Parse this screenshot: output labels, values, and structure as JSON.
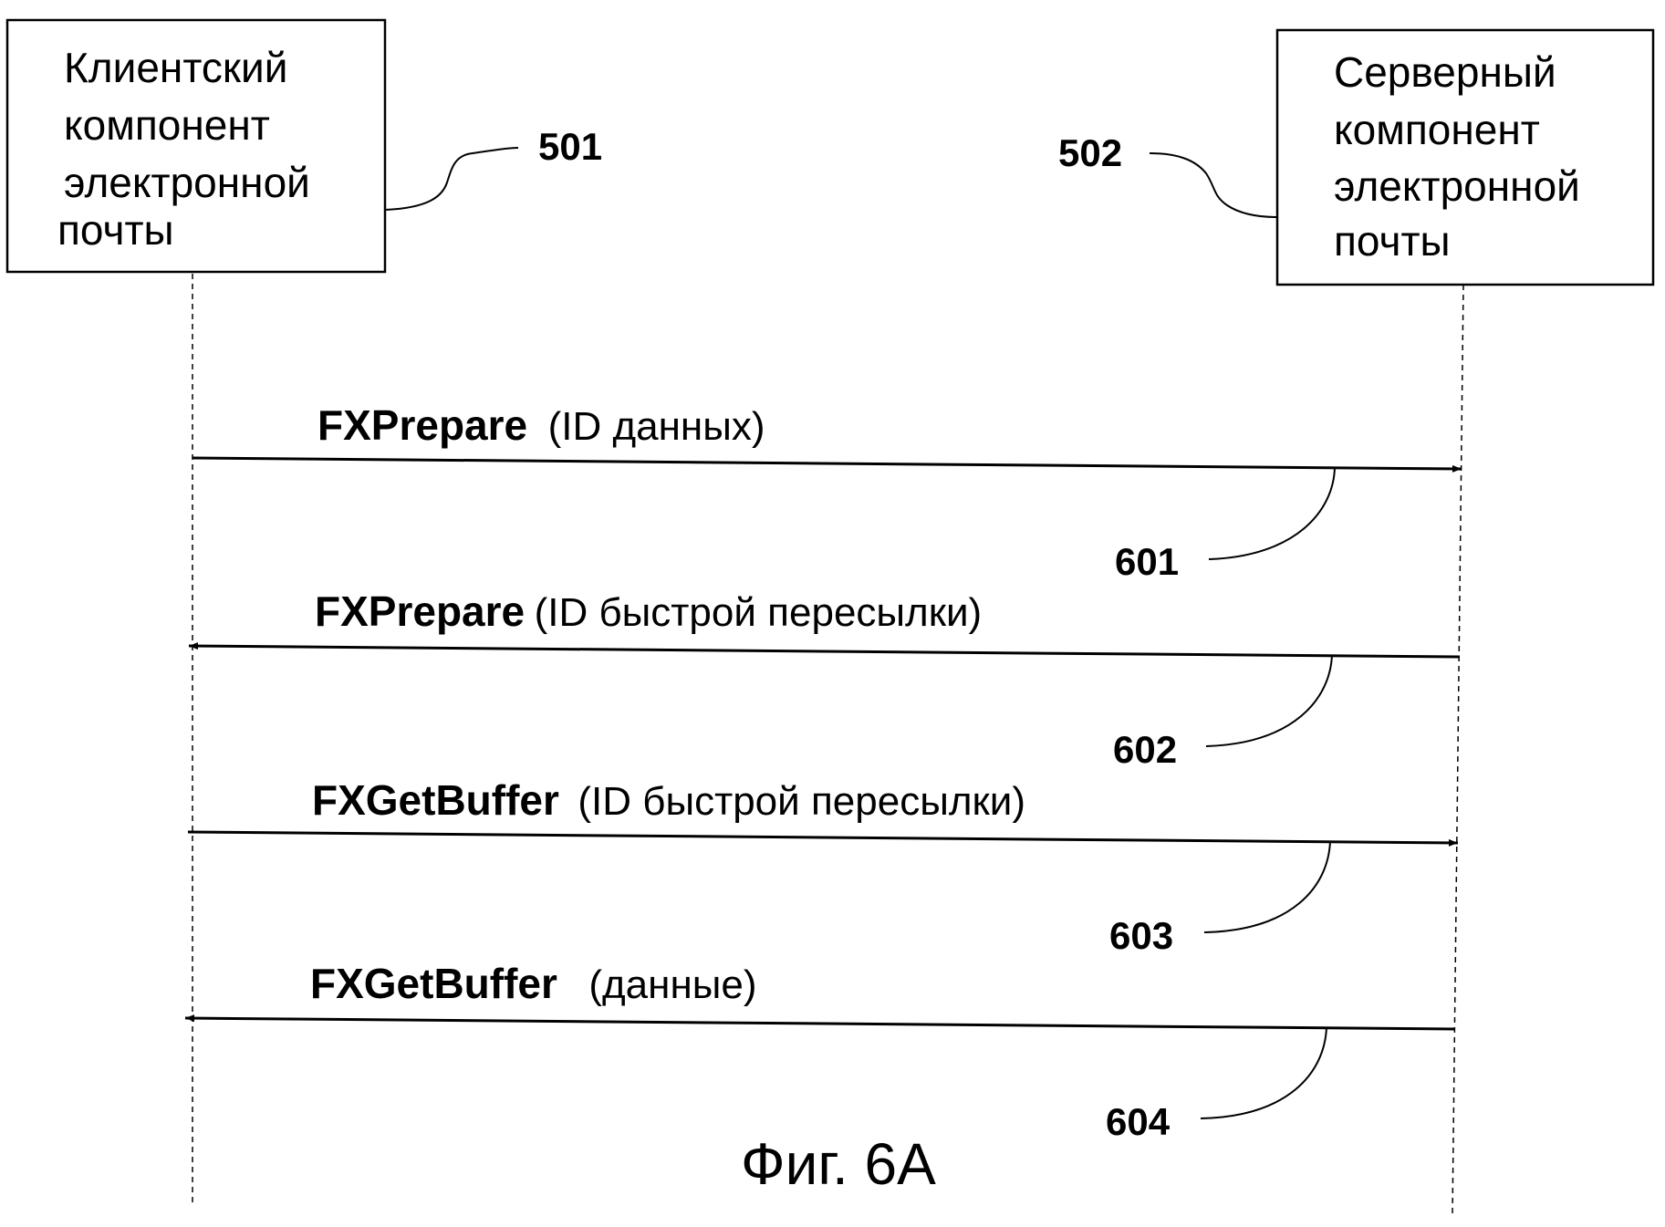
{
  "diagram": {
    "type": "sequence",
    "participants": [
      {
        "id": "client",
        "lines": [
          "Клиентский",
          "компонент",
          "электронной",
          "почты"
        ],
        "ref": "501"
      },
      {
        "id": "server",
        "lines": [
          "Серверный",
          "компонент",
          "электронной",
          "почты"
        ],
        "ref": "502"
      }
    ],
    "messages": [
      {
        "name": "FXPrepare",
        "args": "(ID данных)",
        "from": "client",
        "to": "server",
        "ref": "601"
      },
      {
        "name": "FXPrepare",
        "args": "(ID быстрой пересылки)",
        "from": "server",
        "to": "client",
        "ref": "602"
      },
      {
        "name": "FXGetBuffer",
        "args": "(ID быстрой пересылки)",
        "from": "client",
        "to": "server",
        "ref": "603"
      },
      {
        "name": "FXGetBuffer",
        "args": "(данные)",
        "from": "server",
        "to": "client",
        "ref": "604"
      }
    ],
    "caption": "Фиг. 6А",
    "colors": {
      "ink": "#000000",
      "background": "#ffffff"
    }
  }
}
